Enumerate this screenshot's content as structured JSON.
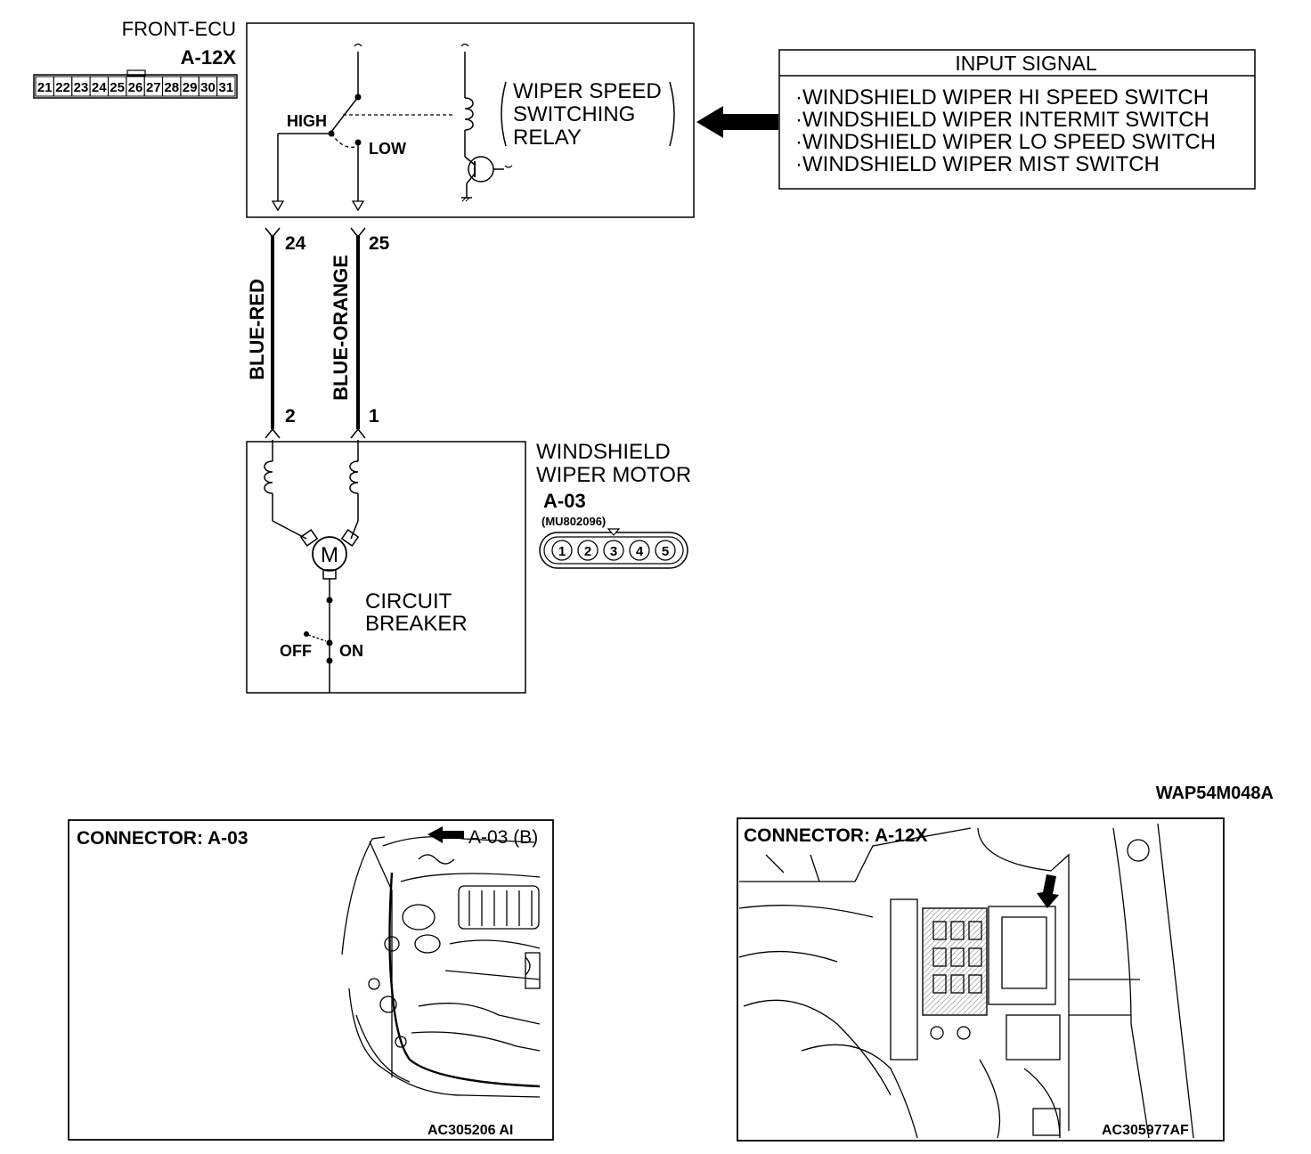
{
  "ecu": {
    "name": "FRONT-ECU",
    "connector_id": "A-12X",
    "pins": [
      "21",
      "22",
      "23",
      "24",
      "25",
      "26",
      "27",
      "28",
      "29",
      "30",
      "31"
    ],
    "relay_lines": [
      "WIPER SPEED",
      "SWITCHING",
      "RELAY"
    ],
    "high_label": "HIGH",
    "low_label": "LOW"
  },
  "input_signal": {
    "title": "INPUT SIGNAL",
    "items": [
      "·WINDSHIELD WIPER HI SPEED SWITCH",
      "·WINDSHIELD WIPER INTERMIT SWITCH",
      "·WINDSHIELD WIPER LO SPEED SWITCH",
      "·WINDSHIELD WIPER MIST SWITCH"
    ]
  },
  "wires": [
    {
      "color": "BLUE-RED",
      "ecu_pin": "24",
      "motor_pin": "2"
    },
    {
      "color": "BLUE-ORANGE",
      "ecu_pin": "25",
      "motor_pin": "1"
    }
  ],
  "motor": {
    "name_lines": [
      "WINDSHIELD",
      "WIPER MOTOR"
    ],
    "connector_id": "A-03",
    "part_number": "(MU802096)",
    "pins": [
      "1",
      "2",
      "3",
      "4",
      "5"
    ],
    "motor_symbol": "M",
    "breaker_lines": [
      "CIRCUIT",
      "BREAKER"
    ],
    "off_label": "OFF",
    "on_label": "ON"
  },
  "figure_code": "WAP54M048A",
  "connector_panels": [
    {
      "title": "CONNECTOR: A-03",
      "callout": "A-03 (B)",
      "code": "AC305206 AI"
    },
    {
      "title": "CONNECTOR: A-12X",
      "code": "AC305977AF"
    }
  ]
}
